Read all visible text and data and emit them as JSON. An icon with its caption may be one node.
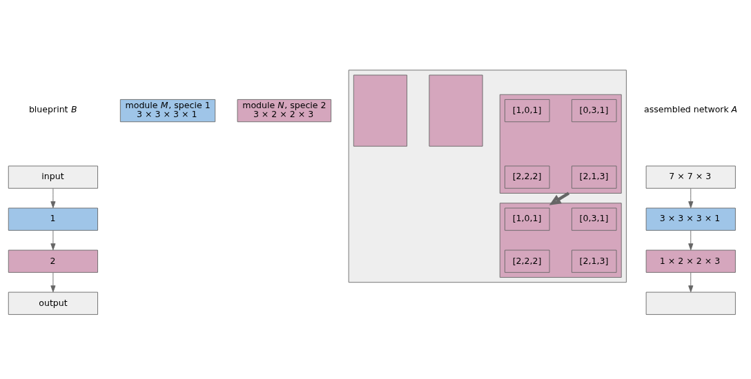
{
  "diagram": {
    "nodes": [
      {
        "text": [
          "input"
        ]
      },
      {
        "text": [
          "1"
        ]
      },
      {
        "text": [
          "2"
        ]
      },
      {
        "text": [
          "output"
        ]
      },
      {
        "text": [
          "module *M*, specie 1",
          "3 × 3 × 3 × 1"
        ]
      },
      {
        "text": [
          "module *N*, specie 2",
          "3 × 2 × 2 × 3"
        ]
      },
      {
        "text": [],
        "shape": "box"
      },
      {
        "text": [],
        "shape": "box",
        "in": 6
      },
      {
        "text": [],
        "shape": "box",
        "in": 6
      },
      {
        "text": [],
        "shape": "box",
        "in": 6
      },
      {
        "text": [
          "[1,0,1]"
        ],
        "in": 9
      },
      {
        "text": [
          "[0,3,1]"
        ],
        "in": 9
      },
      {
        "text": [
          "[2,2,2]"
        ],
        "in": 9
      },
      {
        "text": [
          "[2,1,3]"
        ],
        "in": 9
      },
      {
        "text": [],
        "shape": "box",
        "in": 6
      },
      {
        "text": [
          "[1,0,1]"
        ],
        "in": 14
      },
      {
        "text": [
          "[0,3,1]"
        ],
        "in": 14
      },
      {
        "text": [
          "[2,2,2]"
        ],
        "in": 14
      },
      {
        "text": [
          "[2,1,3]"
        ],
        "in": 14
      },
      {
        "text": [
          "7 × 7 × 3"
        ]
      },
      {
        "text": [
          "3 × 3 × 3 × 1"
        ]
      },
      {
        "text": [
          "1 × 2 × 2 × 3"
        ]
      },
      {
        "text": [],
        "shape": "box"
      }
    ],
    "edges": [
      {
        "from": 0,
        "to": 1,
        "arrow": "to"
      },
      {
        "from": 1,
        "to": 2,
        "arrow": "to"
      },
      {
        "from": 2,
        "to": 3,
        "arrow": "to"
      },
      {
        "from": 9,
        "to": 14,
        "arrow": "to",
        "style": "thick"
      },
      {
        "from": 19,
        "to": 20,
        "arrow": "to"
      },
      {
        "from": 20,
        "to": 21,
        "arrow": "to"
      },
      {
        "from": 21,
        "to": 22,
        "arrow": "to"
      }
    ],
    "labels": [
      "blueprint *B*",
      "assembled network *A*"
    ]
  }
}
